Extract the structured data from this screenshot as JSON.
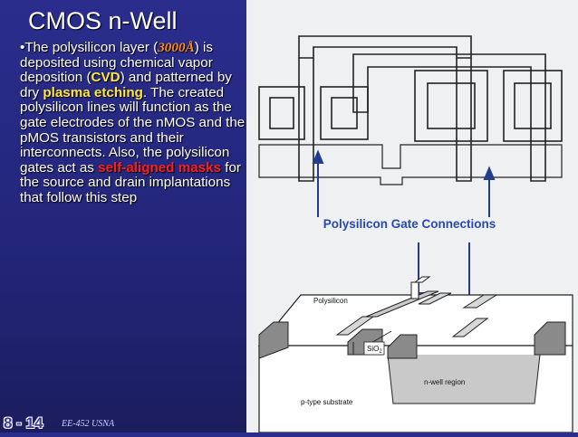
{
  "slide": {
    "title": "CMOS n-Well",
    "body": {
      "seg1": "•The polysilicon layer (",
      "thickness": "3000Å",
      "seg2": ") is deposited using chemical vapor deposition (",
      "cvd": "CVD",
      "seg3": ") and patterned by dry ",
      "plasma": "plasma etching",
      "seg4": ". The created polysilicon lines will function as the gate electrodes of the nMOS and the pMOS transistors and their interconnects. Also, the polysilicon gates act as ",
      "self_aligned": "self-aligned masks",
      "seg5": " for the source and drain implantations that follow this step"
    },
    "footer": {
      "slide_number": "8 - 14",
      "course": "EE-452  USNA"
    }
  },
  "figure": {
    "caption": "Polysilicon Gate Connections",
    "labels": {
      "polysilicon": "Polysilicon",
      "sio2": "SiO",
      "sio2_sub": "2",
      "nwell": "n-well region",
      "substrate": "p-type substrate"
    },
    "colors": {
      "caption": "#2a48b0",
      "arrow": "#233c8f",
      "line": "#222222"
    }
  }
}
